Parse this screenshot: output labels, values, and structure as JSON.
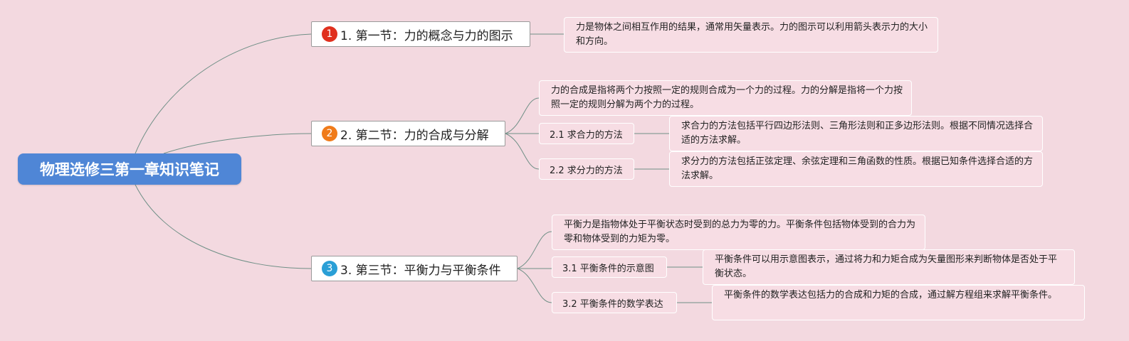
{
  "root": {
    "label": "物理选修三第一章知识笔记"
  },
  "topics": [
    {
      "marker": "1",
      "marker_color": "#e0301e",
      "label": "1. 第一节：力的概念与力的图示",
      "note": "力是物体之间相互作用的结果，通常用矢量表示。力的图示可以利用箭头表示力的大小和方向。"
    },
    {
      "marker": "2",
      "marker_color": "#f07b1a",
      "label": "2. 第二节：力的合成与分解",
      "note": "力的合成是指将两个力按照一定的规则合成为一个力的过程。力的分解是指将一个力按照一定的规则分解为两个力的过程。",
      "subtopics": [
        {
          "label": "2.1 求合力的方法",
          "note": "求合力的方法包括平行四边形法则、三角形法则和正多边形法则。根据不同情况选择合适的方法求解。"
        },
        {
          "label": "2.2 求分力的方法",
          "note": "求分力的方法包括正弦定理、余弦定理和三角函数的性质。根据已知条件选择合适的方法求解。"
        }
      ]
    },
    {
      "marker": "3",
      "marker_color": "#2a9fd6",
      "label": "3. 第三节：平衡力与平衡条件",
      "note": "平衡力是指物体处于平衡状态时受到的总力为零的力。平衡条件包括物体受到的合力为零和物体受到的力矩为零。",
      "subtopics": [
        {
          "label": "3.1 平衡条件的示意图",
          "note": "平衡条件可以用示意图表示，通过将力和力矩合成为矢量图形来判断物体是否处于平衡状态。"
        },
        {
          "label": "3.2 平衡条件的数学表达",
          "note": "平衡条件的数学表达包括力的合成和力矩的合成，通过解方程组来求解平衡条件。"
        }
      ]
    }
  ],
  "colors": {
    "background": "#f3d9e0",
    "root": "#4f86d6",
    "connector": "#6f8f86"
  }
}
